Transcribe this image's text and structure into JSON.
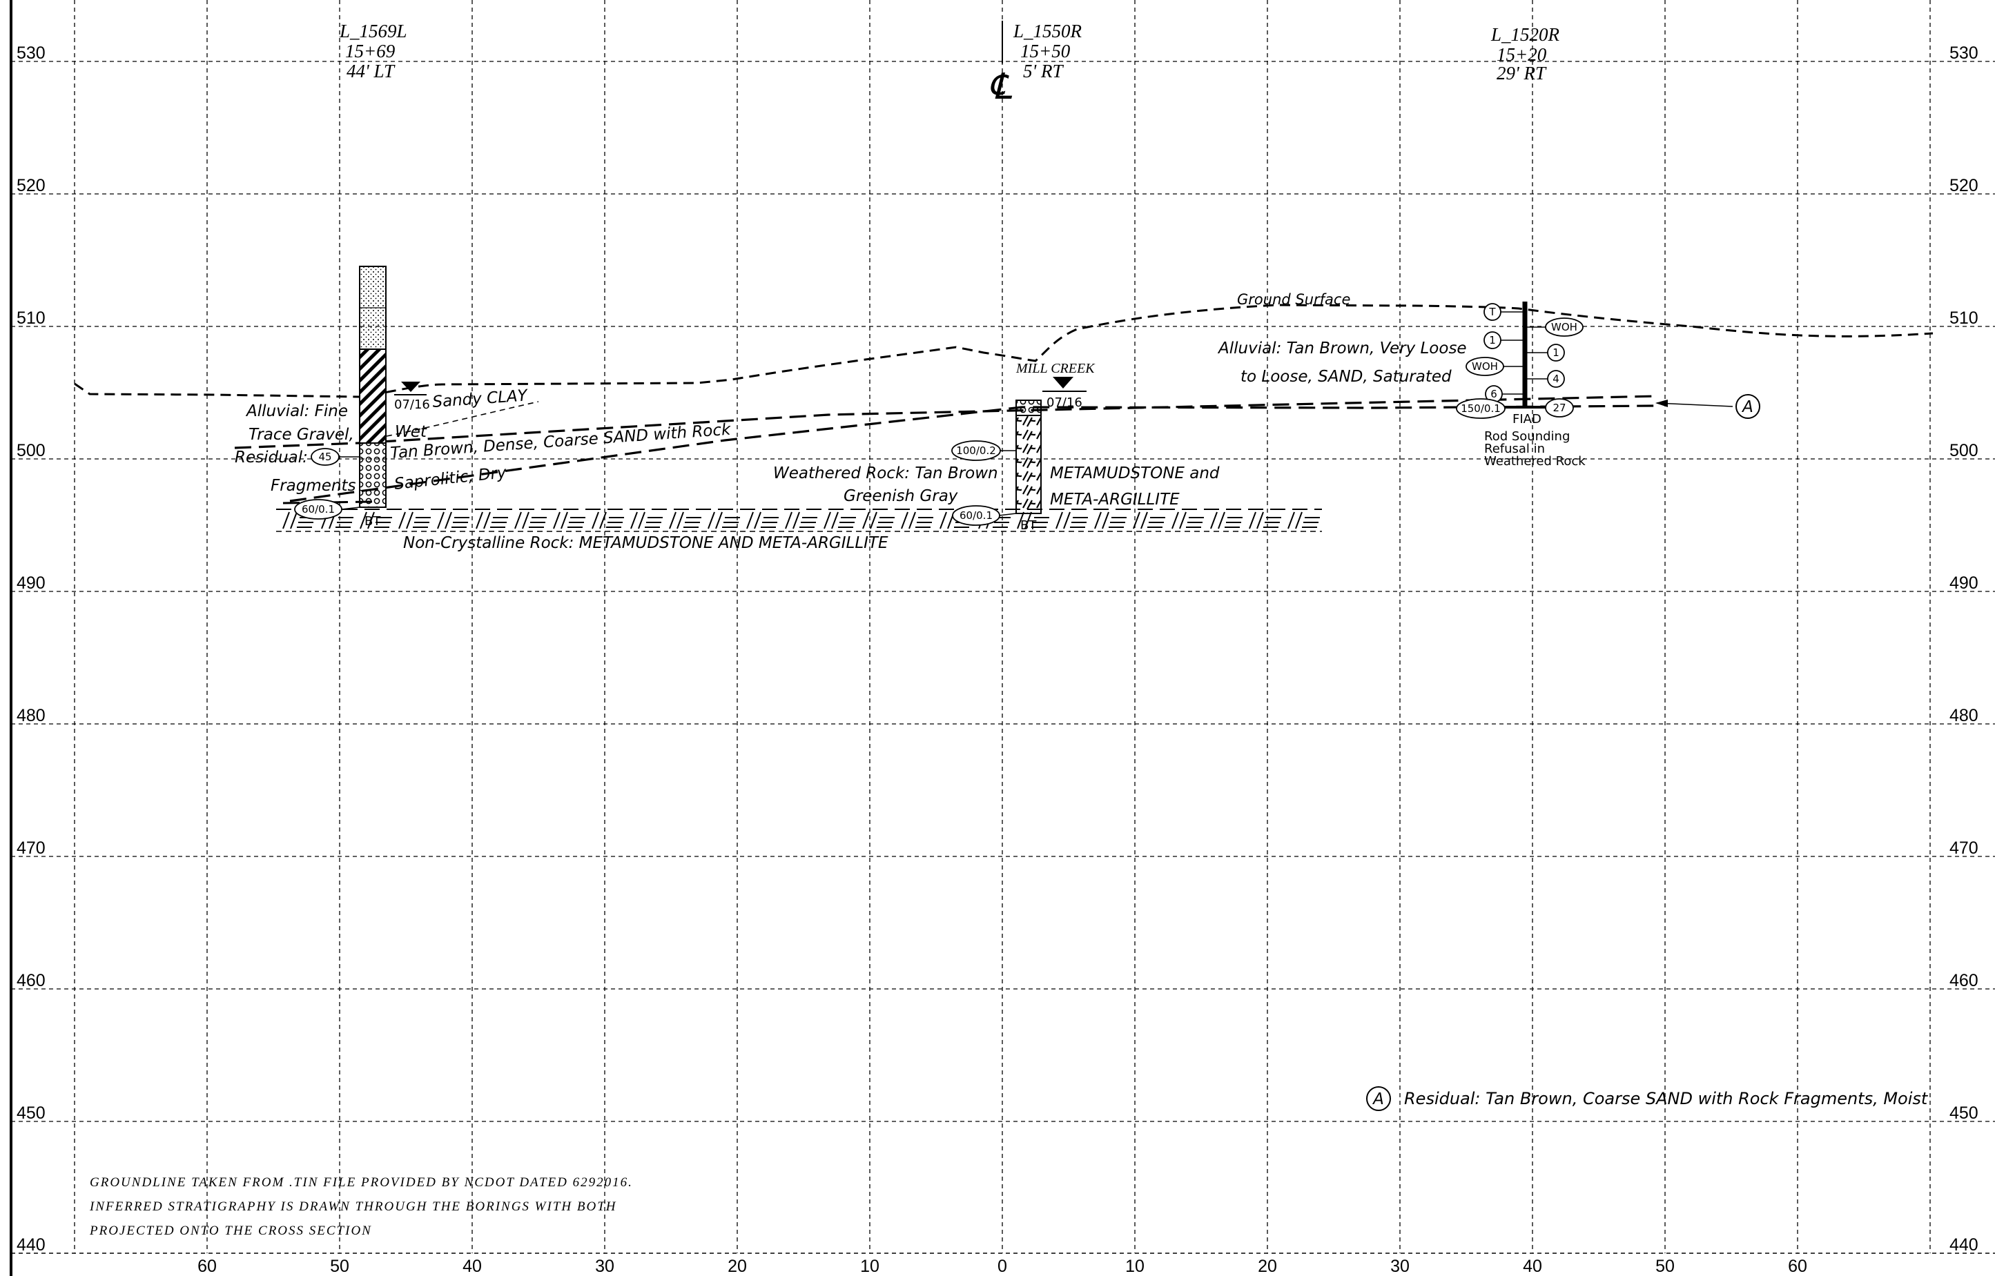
{
  "elevation_labels": [
    "530",
    "520",
    "510",
    "500",
    "490",
    "480",
    "470",
    "460",
    "450",
    "440"
  ],
  "station_labels": [
    "60",
    "50",
    "40",
    "30",
    "20",
    "10",
    "0",
    "10",
    "20",
    "30",
    "40",
    "50",
    "60"
  ],
  "borings": [
    {
      "id": "L_1569L",
      "station": "15+69",
      "offset": "44' LT"
    },
    {
      "id": "L_1550R",
      "station": "15+50",
      "offset": "5' RT"
    },
    {
      "id": "L_1520R",
      "station": "15+20",
      "offset": "29' RT"
    }
  ],
  "centerline": "℄",
  "labels": {
    "ground_surface": "Ground Surface",
    "mill_creek": "MILL CREEK",
    "wl_date_1": "07/16",
    "wl_date_2": "07/16",
    "sandy_clay": "Sandy CLAY",
    "alluvial_fine": "Alluvial: Fine",
    "trace_gravel": "Trace Gravel,",
    "wet": "Wet",
    "tan_brown_dense": "Tan Brown, Dense, Coarse SAND with Rock",
    "residual": "Residual:",
    "fragments": "Fragments",
    "saprolitic": "Saprolitic, Dry",
    "weathered_rock_1": "Weathered Rock: Tan Brown",
    "weathered_rock_2": "Greenish Gray",
    "metamudstone_1": "METAMUDSTONE  and",
    "metamudstone_2": "META-ARGILLITE",
    "non_crystalline": "Non-Crystalline Rock: METAMUDSTONE  AND  META-ARGILLITE",
    "alluvial_tan_1": "Alluvial: Tan Brown, Very Loose",
    "alluvial_tan_2": "to Loose, SAND, Saturated",
    "fiad": "FIAD",
    "rod_1": "Rod Sounding",
    "rod_2": "Refusal in",
    "rod_3": "Weathered Rock",
    "bt_1": "BT",
    "bt_2": "BT",
    "legend_a_letter": "A",
    "legend_a_text": "Residual: Tan Brown, Coarse SAND with Rock Fragments, Moist"
  },
  "blow_counts": {
    "b1_45": "45",
    "b1_60": "60/0.1",
    "b2_100": "100/0.2",
    "b2_60": "60/0.1",
    "b3_t": "T",
    "b3_1": "1",
    "b3_woh_r": "WOH",
    "b3_1r": "1",
    "b3_woh_l": "WOH",
    "b3_4": "4",
    "b3_6": "6",
    "b3_150": "150/0.1",
    "b3_27": "27"
  },
  "notes": [
    "GROUNDLINE  TAKEN  FROM  .TIN  FILE  PROVIDED  BY  NCDOT  DATED  6292016.",
    "INFERRED  STRATIGRAPHY  IS  DRAWN  THROUGH  THE  BORINGS  WITH  BOTH",
    "PROJECTED  ONTO  THE  CROSS  SECTION"
  ]
}
